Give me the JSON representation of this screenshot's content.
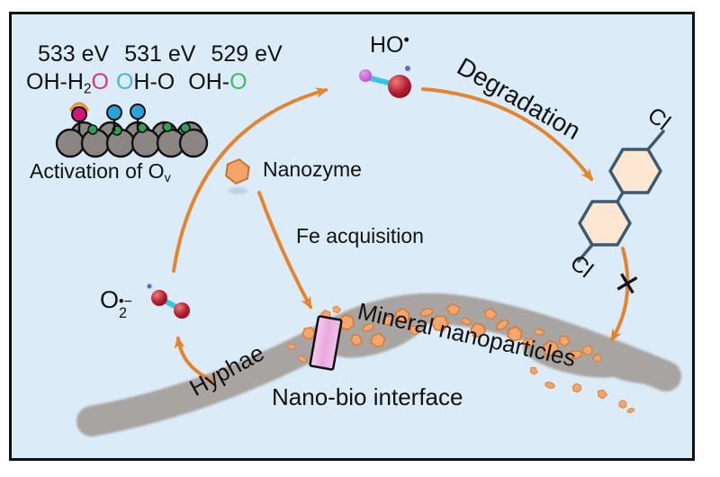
{
  "figure": {
    "background_color": "#dcebf8",
    "frame_color": "#111111",
    "accent_orange": "#e2852e"
  },
  "xps": {
    "ev": [
      "533 eV",
      "531 eV",
      "529 eV"
    ],
    "group1": {
      "black": "OH-H",
      "sub": "2",
      "colored_o": "O",
      "color": "#e0337f"
    },
    "group2": {
      "colored_o": "O",
      "black": "H-O",
      "color": "#45b5e5"
    },
    "group3": {
      "black": "OH-",
      "colored_o": "O",
      "color": "#3fbb63"
    }
  },
  "labels": {
    "activation": "Activation of O",
    "activation_sub": "v",
    "ho": "HO",
    "ho_dot": "•",
    "nanozyme": "Nanozyme",
    "fe_acquisition": "Fe acquisition",
    "degradation": "Degradation",
    "cl_top": "Cl",
    "cl_bottom": "Cl",
    "superoxide_o": "O",
    "superoxide_sup": "•−",
    "superoxide_sub": "2",
    "mineral_nanoparticles": "Mineral nanoparticles",
    "hyphae": "Hyphae",
    "nano_bio_interface": "Nano-bio interface",
    "blocked_cross": "✕"
  },
  "colors": {
    "hyphae_gray": "#a8a4a1",
    "particle_fill": "#f4a66d",
    "particle_stroke": "#d9772b",
    "hexring_fill": "#fde7d2",
    "hexring_stroke": "#3d5a73",
    "interface_pink": "#eeaade",
    "atom_gray": "#8b8683",
    "atom_green": "#2fa052",
    "atom_blue": "#2ba3d8",
    "atom_pink": "#cf1970",
    "oxygen_red": "#b01c2e",
    "bond_cyan": "#38c5e6"
  }
}
